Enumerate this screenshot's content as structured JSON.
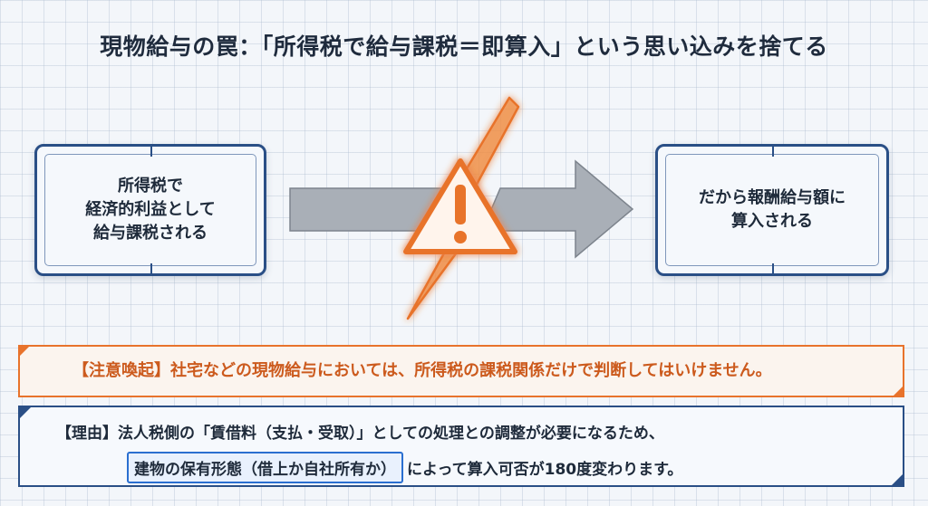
{
  "title": "現物給与の罠：「所得税で給与課税＝即算入」という思い込みを捨てる",
  "left_box": {
    "text": "所得税で\n経済的利益として\n給与課税される"
  },
  "right_box": {
    "text": "だから報酬給与額に\n算入される"
  },
  "warning_icon": "warning-triangle-with-lightning",
  "colors": {
    "accent_orange": "#e8732c",
    "navy": "#2a4f86",
    "arrow_gray": "#a9afb7"
  },
  "warning": {
    "text": "【注意喚起】社宅などの現物給与においては、所得税の課税関係だけで判断してはいけません。"
  },
  "reason": {
    "line1": "【理由】法人税側の「賃借料（支払・受取）」としての処理との調整が必要になるため、",
    "highlight": "建物の保有形態（借上か自社所有か）",
    "line2_rest": "によって算入可否が180度変わります。"
  }
}
